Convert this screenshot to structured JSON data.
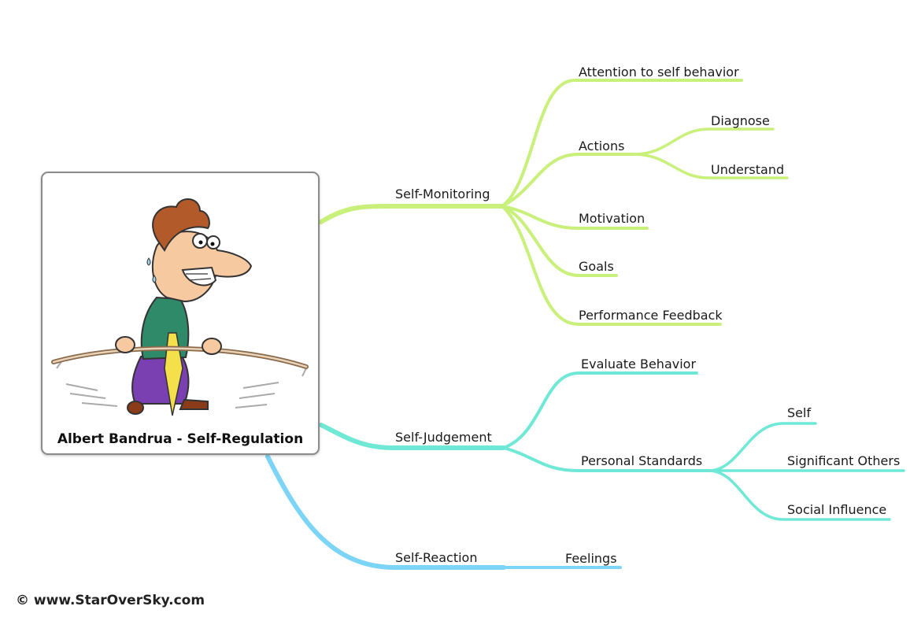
{
  "card": {
    "title": "Albert Bandrua - Self-Regulation"
  },
  "branches": {
    "self_monitoring": {
      "label": "Self-Monitoring",
      "color": "#c8f07a",
      "children": {
        "attention": "Attention to self behavior",
        "actions": "Actions",
        "diagnose": "Diagnose",
        "understand": "Understand",
        "motivation": "Motivation",
        "goals": "Goals",
        "performance_feedback": "Performance Feedback"
      }
    },
    "self_judgement": {
      "label": "Self-Judgement",
      "color": "#6fe8d6",
      "children": {
        "evaluate_behavior": "Evaluate Behavior",
        "personal_standards": "Personal Standards",
        "self": "Self",
        "significant_others": "Significant Others",
        "social_influence": "Social Influence"
      }
    },
    "self_reaction": {
      "label": "Self-Reaction",
      "color": "#7cd4f7",
      "children": {
        "feelings": "Feelings"
      }
    }
  },
  "footer": {
    "copyright": "© www.StarOverSky.com"
  }
}
